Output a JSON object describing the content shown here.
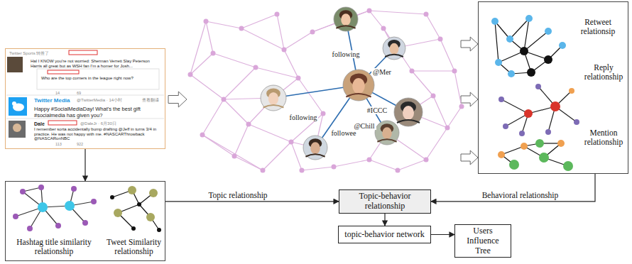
{
  "diagram": {
    "nodes": [
      {
        "text": [
          "Twitter Sports 转推了",
          "Hal I KNOW you're not worried: Sherman Verrett Slay Peterson Harris all great but as WSH fan I'm a homer for Josh...",
          "Who are the top corners in the league right now?",
          "14",
          "69",
          "Twitter Media",
          "@TwitterMedia · 14小时",
          "查看翻译",
          "Happy #SocialMediaDay! What's the best gift #socialmedia has given you?",
          "Dale",
          "@DaleJr · 6月30日",
          "I remember sorta accidentally bump drafting @Jeff in turns 3/4 in practice. He was not happy with me. #NASCARThrowback @NASCARonNBC",
          "113",
          "922"
        ]
      },
      {
        "text": [
          "Retweet relationsip",
          "Reply relationship",
          "Mention relationship"
        ]
      },
      {
        "text": [
          "Hashtag title similarity relationship",
          "Tweet Similarity relationship"
        ]
      },
      {
        "text": [
          "Topic-behavior relationship"
        ]
      },
      {
        "text": [
          "topic-behavior network"
        ]
      },
      {
        "text": [
          "Users Influence Tree"
        ]
      }
    ],
    "edges": [
      {
        "from": 0,
        "to": 2,
        "arrow": "to"
      },
      {
        "from": 2,
        "to": 3,
        "label": "Topic relationship",
        "arrow": "to"
      },
      {
        "from": 1,
        "to": 3,
        "label": "Behavioral relationship",
        "arrow": "to"
      },
      {
        "from": 3,
        "to": 4,
        "arrow": "to"
      },
      {
        "from": 4,
        "to": 5,
        "arrow": "to"
      }
    ],
    "labels": [
      "following",
      "@Mer",
      "following",
      "#ICCC",
      "followee",
      "@Chill"
    ]
  }
}
